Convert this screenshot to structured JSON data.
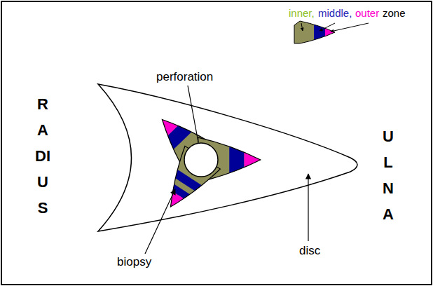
{
  "diagram": {
    "labels": [
      "inner,",
      "middle,",
      "outer",
      "zone",
      "RADIUS",
      "perforation",
      "ULNA",
      "biopsy",
      "disc"
    ]
  }
}
